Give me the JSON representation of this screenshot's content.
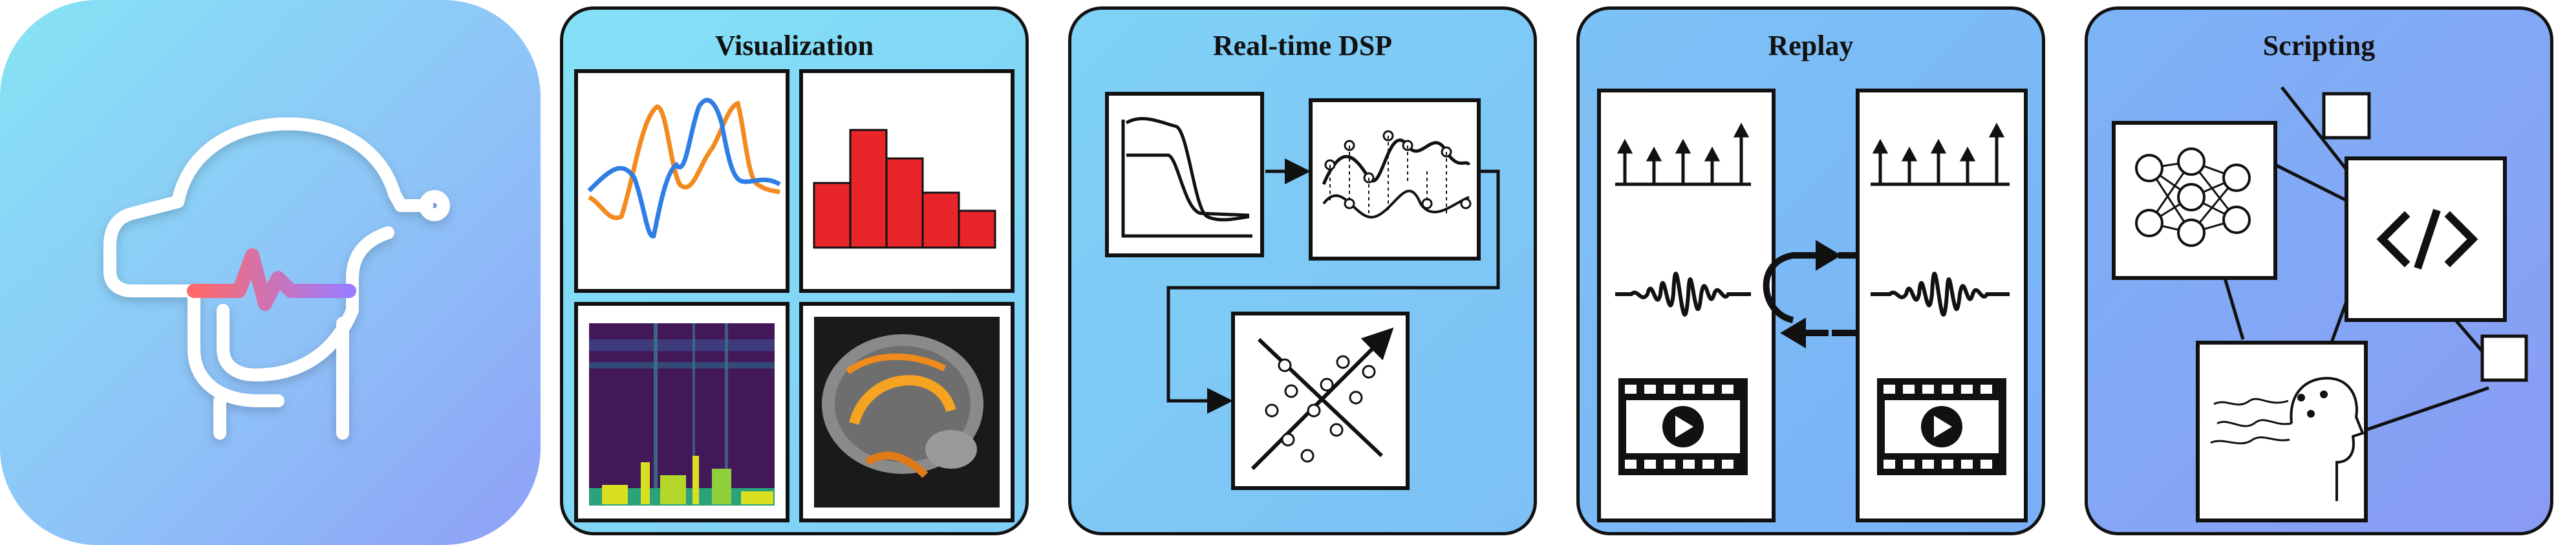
{
  "logo": {
    "icon": "head-waveform-icon",
    "colors": {
      "accent_start": "#ff6a6a",
      "accent_end": "#9b7cff"
    }
  },
  "panels": [
    {
      "title": "Visualization",
      "tiles": [
        "line-plot-icon",
        "histogram-icon",
        "spectrogram-icon",
        "brain-mri-icon"
      ]
    },
    {
      "title": "Real-time DSP",
      "tiles": [
        "filter-response-icon",
        "interpolation-icon",
        "regression-icon"
      ]
    },
    {
      "title": "Replay",
      "tiles": [
        "events-icon",
        "waveform-icon",
        "video-icon",
        "loop-arrows-icon"
      ]
    },
    {
      "title": "Scripting",
      "tiles": [
        "neural-network-icon",
        "code-icon",
        "bci-head-icon",
        "node-icon"
      ]
    }
  ]
}
